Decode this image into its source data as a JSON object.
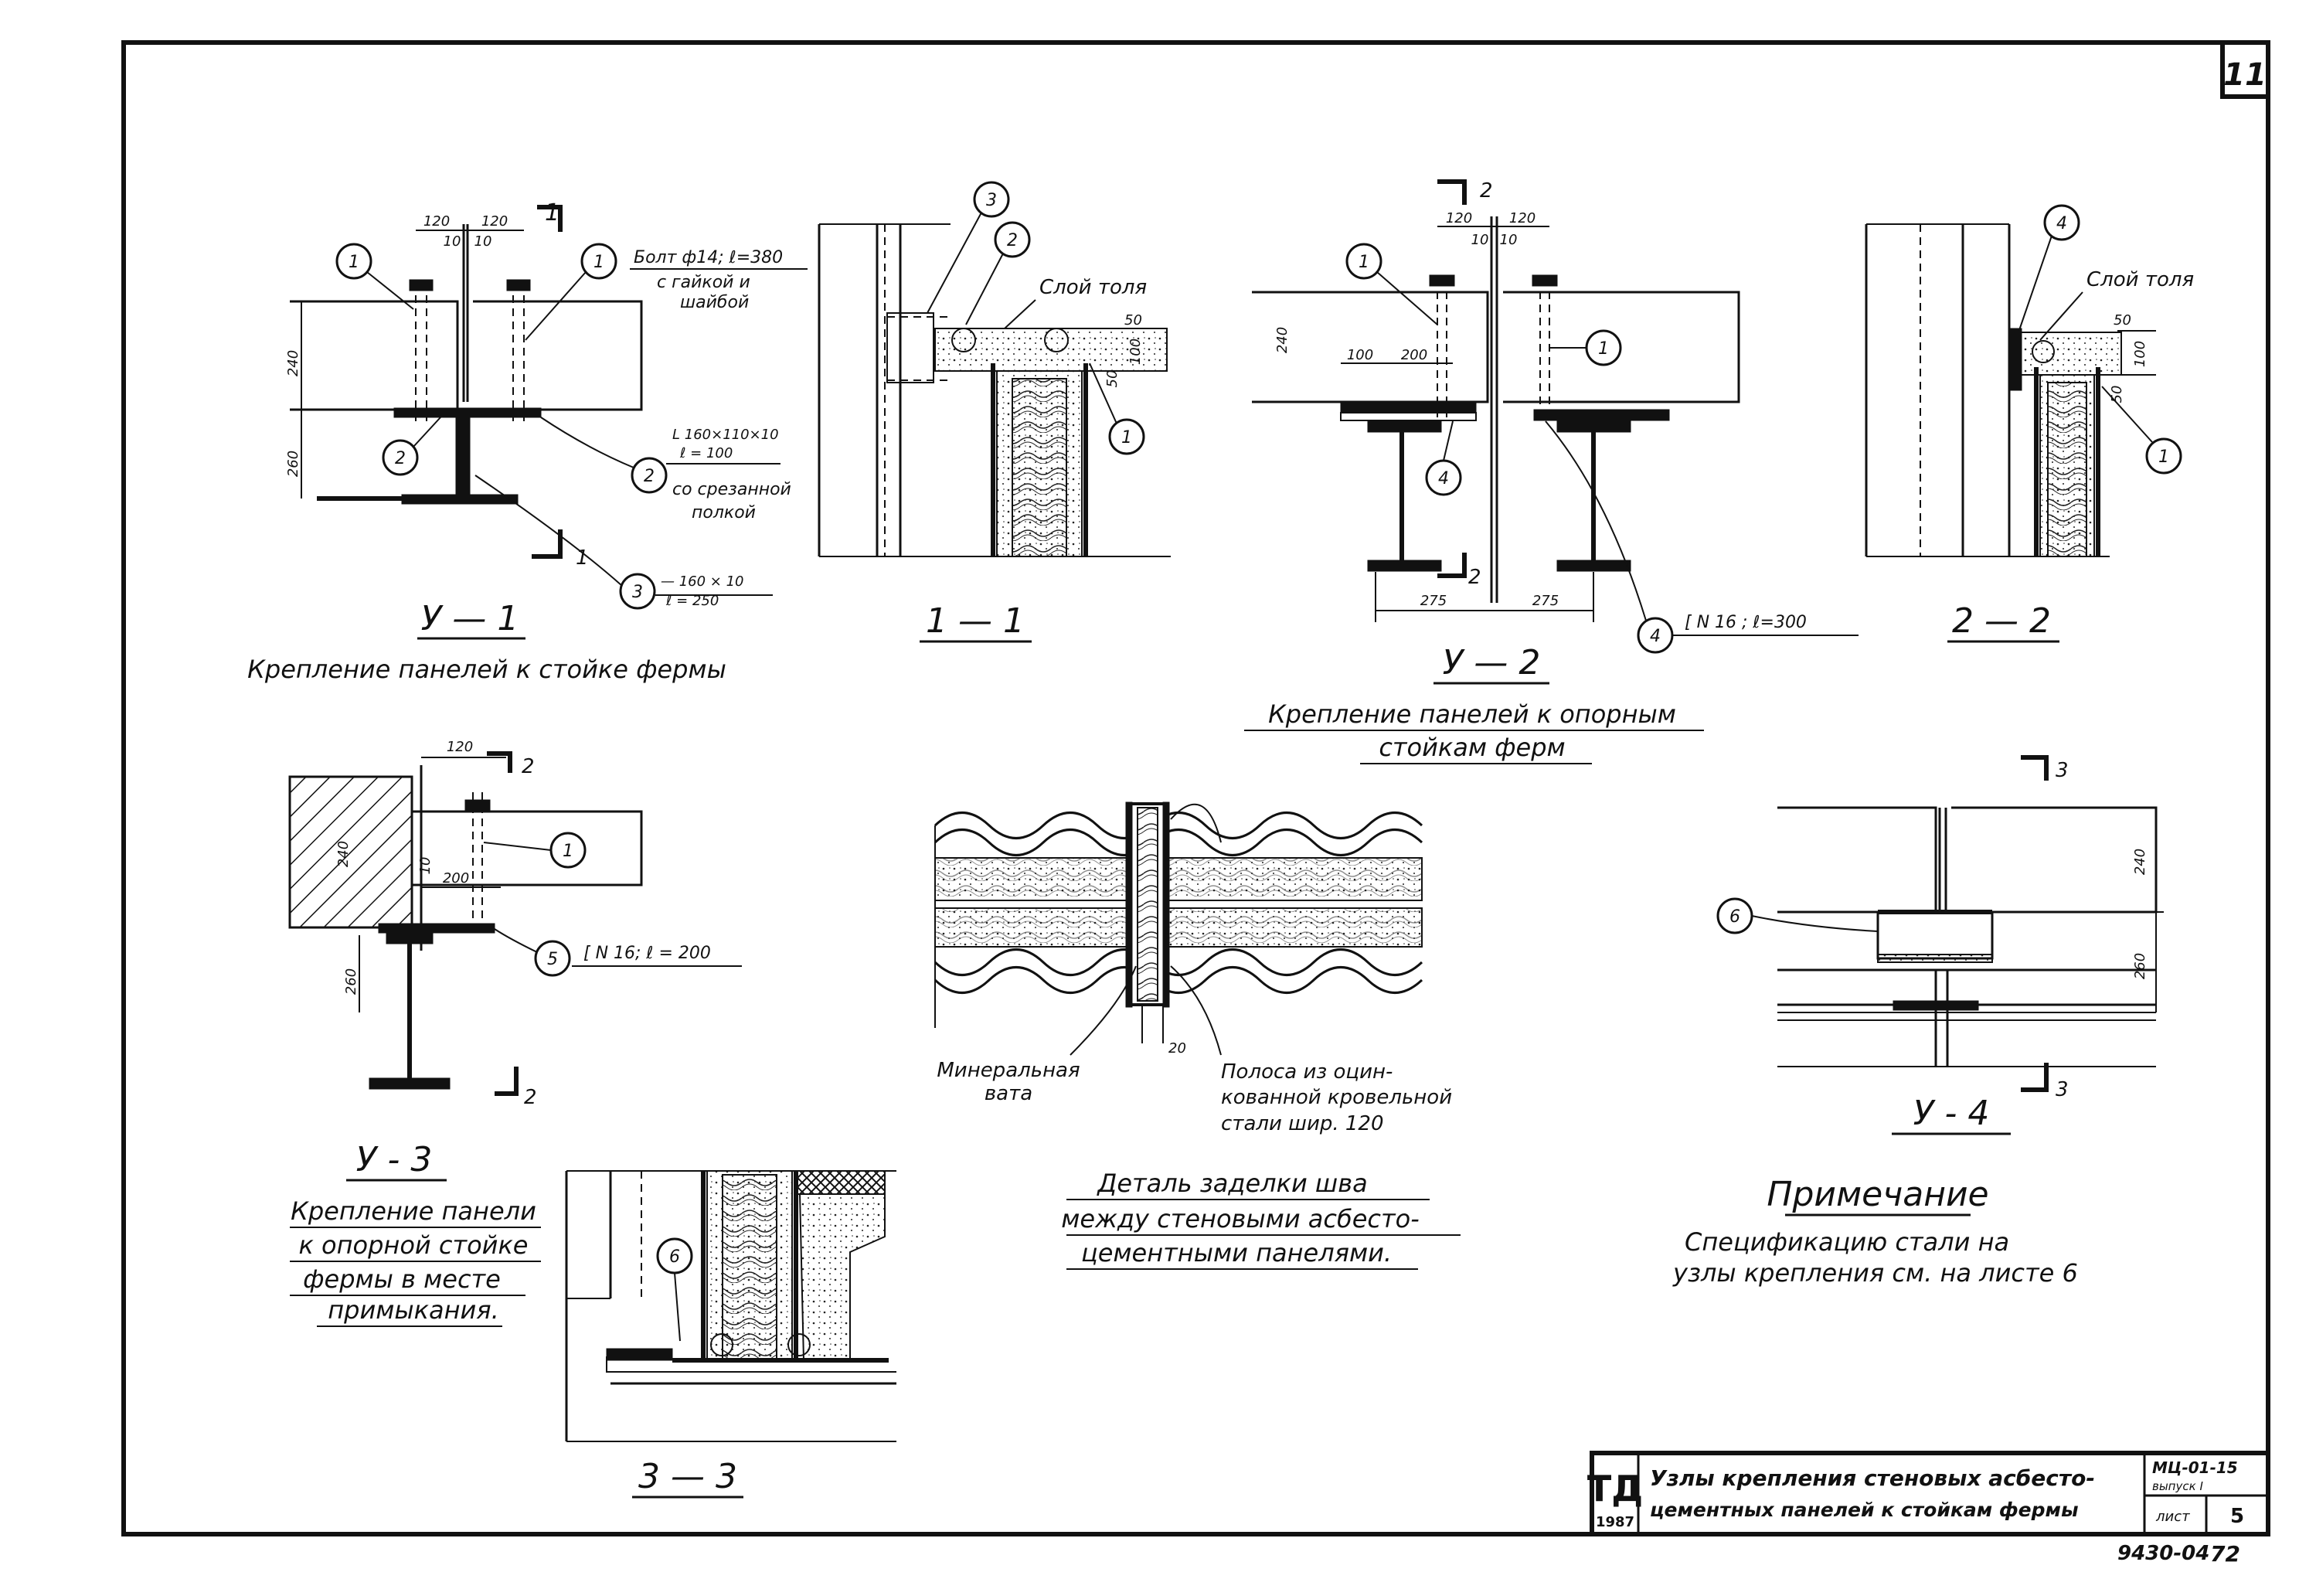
{
  "sheet": {
    "sheet_number": "11",
    "title_block": {
      "logo": "ТД",
      "year": "1987",
      "title_line1": "Узлы крепления стеновых асбесто-",
      "title_line2": "цементных панелей к стойкам фермы",
      "series": "МЦ-01-15",
      "issue": "выпуск I",
      "sheet_label": "лист",
      "sheet_no": "5",
      "stamp": "9430-04",
      "stamp_page": "72"
    }
  },
  "details": {
    "u1": {
      "title": "У — 1",
      "caption": "Крепление панелей к стойке фермы",
      "bolt_note_1": "Болт ф14; ℓ=380",
      "bolt_note_2": "с гайкой и",
      "bolt_note_3": "шайбой",
      "angle_note_1": "L 160×110×10",
      "angle_note_2": "ℓ = 100",
      "angle_note_3": "со срезанной",
      "angle_note_4": "полкой",
      "plate_note_1": "— 160 × 10",
      "plate_note_2": "ℓ = 250",
      "dim_120a": "120",
      "dim_120b": "120",
      "dim_10a": "10",
      "dim_10b": "10",
      "dim_240": "240",
      "dim_260": "260",
      "section_mark": "1",
      "section_mark_b": "1"
    },
    "s11": {
      "title": "1 — 1",
      "note_layer": "Слой толя",
      "dim_50a": "50",
      "dim_100": "100",
      "dim_50b": "50"
    },
    "u2": {
      "title": "У — 2",
      "caption_1": "Крепление панелей к опорным",
      "caption_2": "стойкам ферм",
      "channel_note": "[ N 16 ; ℓ=300",
      "dim_120a": "120",
      "dim_120b": "120",
      "dim_10a": "10",
      "dim_10b": "10",
      "dim_100": "100",
      "dim_200": "200",
      "dim_240": "240",
      "dim_275a": "275",
      "dim_275b": "275",
      "section_mark": "2",
      "section_mark_b": "2"
    },
    "s22": {
      "title": "2 — 2",
      "note_layer": "Слой толя",
      "dim_50a": "50",
      "dim_100": "100",
      "dim_50b": "50"
    },
    "u3": {
      "title": "У - 3",
      "caption_1": "Крепление панели",
      "caption_2": "к опорной стойке",
      "caption_3": "фермы в месте",
      "caption_4": "примыкания.",
      "channel_note": "[ N 16; ℓ = 200",
      "dim_120": "120",
      "dim_10": "10",
      "dim_200": "200",
      "dim_240": "240",
      "dim_260": "260",
      "section_mark": "2",
      "section_mark_b": "2"
    },
    "joint": {
      "caption_1": "Деталь заделки шва",
      "caption_2": "между стеновыми асбесто-",
      "caption_3": "цементными панелями.",
      "wool_1": "Минеральная",
      "wool_2": "вата",
      "strip_1": "Полоса из оцин-",
      "strip_2": "кованной кровельной",
      "strip_3": "стали шир. 120",
      "dim_20": "20"
    },
    "u4": {
      "title": "У - 4",
      "dim_240": "240",
      "dim_260": "260",
      "section_mark": "3",
      "section_mark_b": "3"
    },
    "s33": {
      "title": "3 — 3"
    },
    "note": {
      "heading": "Примечание",
      "line_1": "Спецификацию стали на",
      "line_2": "узлы крепления см. на листе 6"
    }
  },
  "callouts": {
    "c1": "1",
    "c2": "2",
    "c3": "3",
    "c4": "4",
    "c5": "5",
    "c6": "6"
  }
}
